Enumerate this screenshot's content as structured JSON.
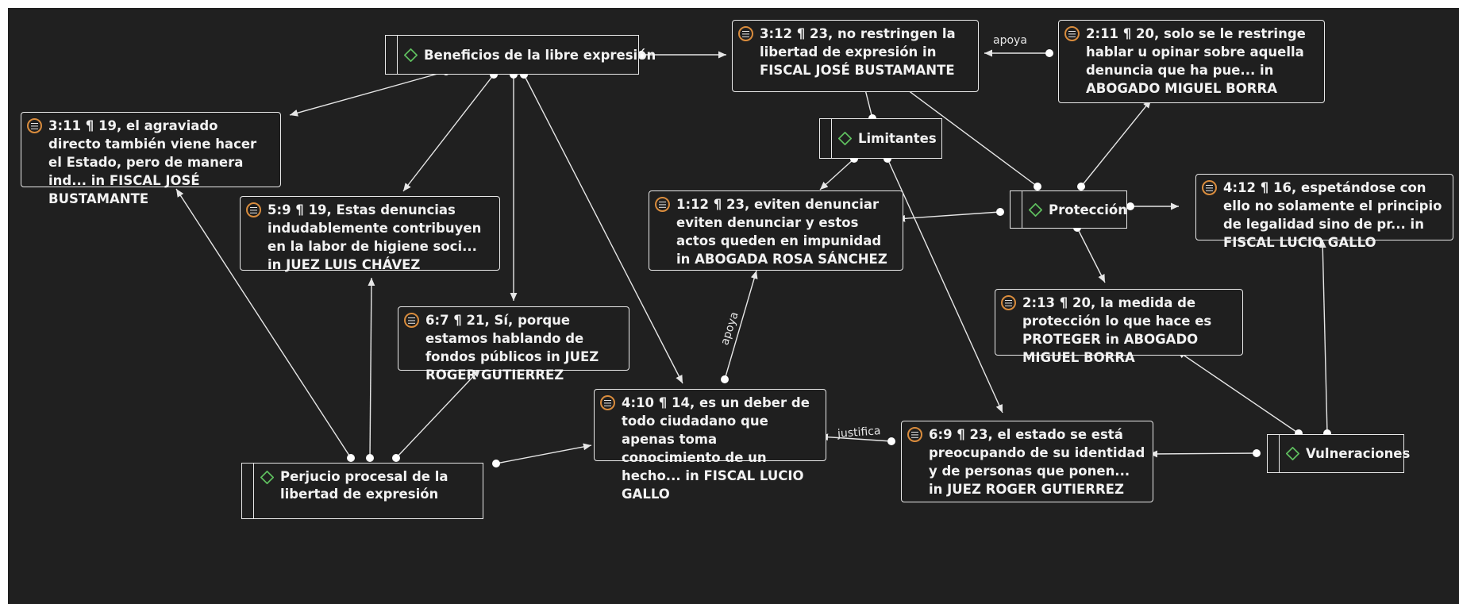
{
  "colors": {
    "background": "#202020",
    "node_border": "#e9e9e9",
    "quote_icon": "#d98c3d",
    "code_icon": "#5fbf5f",
    "link": "#e6e6e6"
  },
  "icons": {
    "quote": "quotation-icon",
    "code": "code-diamond-icon"
  },
  "codes": {
    "beneficios": "Beneficios de la libre expresión",
    "limitantes": "Limitantes",
    "proteccion": "Protección",
    "vulneraciones": "Vulneraciones",
    "perjuicio": "Perjucio procesal de la libertad de expresión"
  },
  "quotes": {
    "q312": "3:12 ¶ 23, no restringen la libertad de expresión in FISCAL JOSÉ BUSTAMANTE",
    "q211": "2:11 ¶ 20, solo se le restringe hablar u opinar sobre aquella denuncia que ha pue... in ABOGADO MIGUEL BORRA",
    "q311": "3:11 ¶ 19, el agraviado directo también viene hacer el Estado, pero de manera ind... in FISCAL JOSÉ BUSTAMANTE",
    "q59": "5:9 ¶ 19, Estas denuncias indudablemente contribuyen en la labor de higiene soci... in JUEZ LUIS CHÁVEZ",
    "q112": "1:12 ¶ 23, eviten denunciar eviten denunciar y estos actos queden en impunidad in ABOGADA ROSA SÁNCHEZ",
    "q412": "4:12 ¶ 16, espetándose con ello no solamente el principio de legalidad sino de pr... in FISCAL LUCIO GALLO",
    "q67": "6:7 ¶ 21, Sí, porque estamos hablando de fondos públicos in JUEZ ROGER GUTIERREZ",
    "q213": "2:13 ¶ 20, la medida de protección lo que hace es PROTEGER in ABOGADO MIGUEL BORRA",
    "q410": "4:10 ¶ 14, es un deber de todo ciudadano que apenas toma conocimiento de un hecho... in FISCAL LUCIO GALLO",
    "q69": "6:9 ¶ 23, el estado se está preocupando de su identidad y de personas que ponen... in JUEZ ROGER GUTIERREZ"
  },
  "relations": {
    "apoya": "apoya",
    "apoya2": "apoya",
    "justifica": "justifica"
  }
}
